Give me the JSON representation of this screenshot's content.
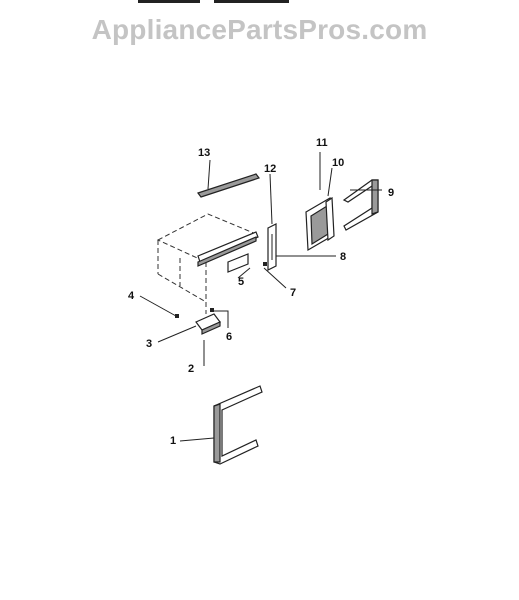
{
  "watermark": "AppliancePartsPros.com",
  "callouts": {
    "n1": "1",
    "n2": "2",
    "n3": "3",
    "n4": "4",
    "n5": "5",
    "n6": "6",
    "n7": "7",
    "n8": "8",
    "n9": "9",
    "n10": "10",
    "n11": "11",
    "n12": "12",
    "n13": "13"
  }
}
